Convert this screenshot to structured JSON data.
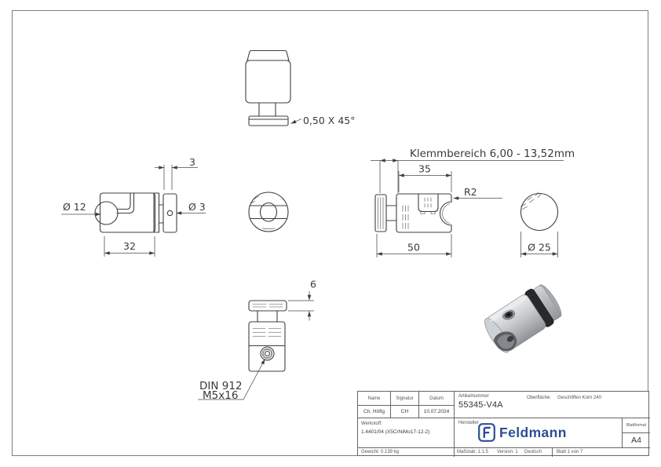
{
  "drawing": {
    "labels": {
      "chamfer": "0,50 X 45°",
      "dia12": "Ø 12",
      "dim3": "3",
      "dia3": "Ø 3",
      "dim32": "32",
      "klemmbereich": "Klemmbereich 6,00 - 13,52mm",
      "dim35": "35",
      "radius": "R2",
      "dim50": "50",
      "dia25": "Ø 25",
      "dim6": "6",
      "din1": "DIN 912",
      "din2": "M5x16"
    }
  },
  "title_block": {
    "headers": {
      "name": "Name",
      "signatur": "Signatur",
      "datum": "Datum"
    },
    "values": {
      "name": "Ch. Höfig",
      "signatur": "CH",
      "datum": "10.07.2024"
    },
    "artikelnummer_label": "Artikelnummer",
    "artikelnummer": "55345-V4A",
    "oberflaeche_label": "Oberfläche:",
    "oberflaeche": "Geschliffen Korn 240",
    "werkstoff_label": "Werkstoff:",
    "werkstoff": "1.4401/04 (X5CrNiMo17-12-2)",
    "gewicht": "Gewicht: 0.139 kg",
    "hersteller_label": "Hersteller",
    "logo_text": "Feldmann",
    "blattformat_label": "Blattformat",
    "blattformat": "A4",
    "massstab": "Maßstab: 1:1.5",
    "version": "Version: 1",
    "sprache": "Deutsch",
    "blatt": "Blatt 1 von 7"
  },
  "colors": {
    "line": "#3f3f3f",
    "dim_line": "#4a4a4a",
    "frame": "#7e7e7e",
    "logo_blue": "#2d4f93",
    "metal_light": "#eceeef",
    "metal_dark": "#8f9295",
    "rubber_ring": "#27292b"
  }
}
